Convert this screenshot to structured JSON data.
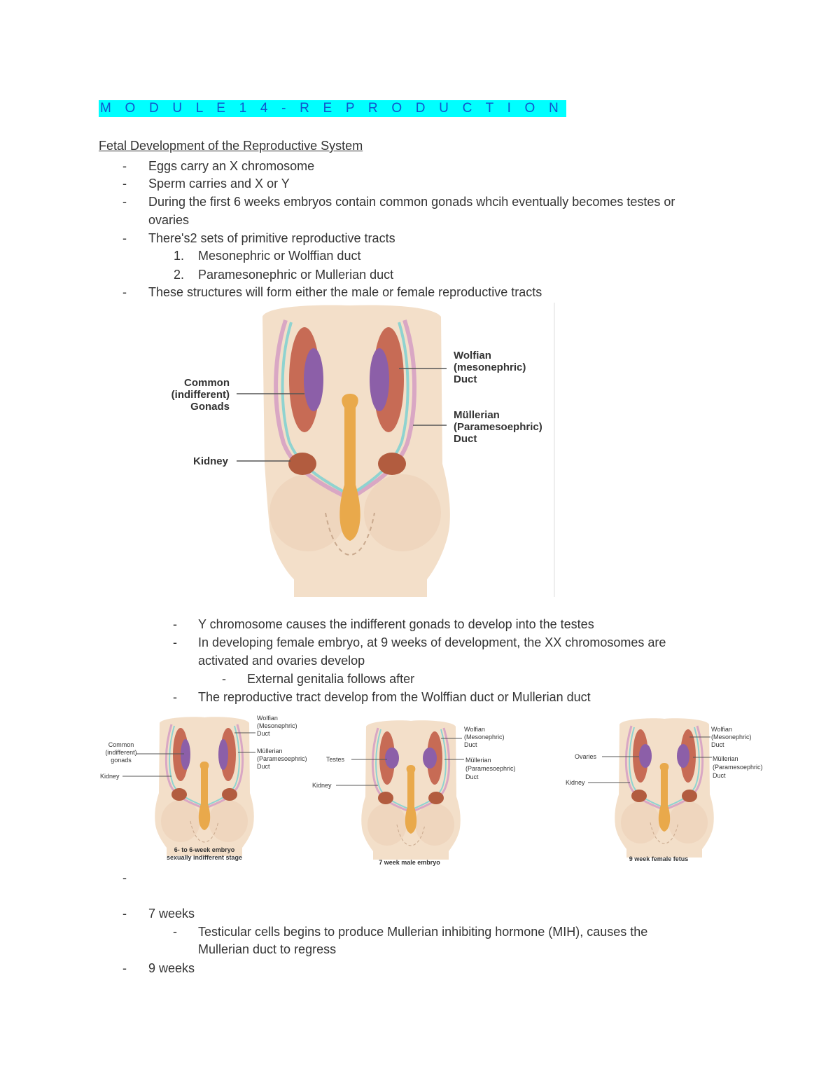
{
  "module_title": "M O D U L E 1 4 - R E P R O D U C T I O N",
  "section_heading": "Fetal Development of the Reproductive System",
  "bullets": {
    "b1": "Eggs carry an X chromosome",
    "b2": "Sperm carries and X or Y",
    "b3a": "During the first 6 weeks embryos contain common gonads whcih eventually becomes testes or",
    "b3b": "ovaries",
    "b4": "There's2 sets of primitive reproductive tracts",
    "n1": "Mesonephric or Wolffian duct",
    "n2": "Paramesonephric or Mullerian duct",
    "b5": "These structures will form either the male or female reproductive tracts",
    "c1": "Y chromosome causes the indifferent gonads to develop into the testes",
    "c2a": "In developing female embryo, at 9 weeks of development, the XX chromosomes are",
    "c2b": "activated and ovaries develop",
    "c3": "External genitalia follows after",
    "c4": "The reproductive tract develop from the Wolffian duct or Mullerian duct",
    "d2": "7 weeks",
    "d3a": "Testicular cells begins to produce Mullerian inhibiting hormone (MIH), causes the",
    "d3b": "Mullerian duct to regress",
    "d4": "9 weeks"
  },
  "dash": "-",
  "numbers": {
    "one": "1.",
    "two": "2."
  },
  "figure_main": {
    "label_common_1": "Common",
    "label_common_2": "(indifferent)",
    "label_common_3": "Gonads",
    "label_kidney": "Kidney",
    "label_wolffian_1": "Wolfian",
    "label_wolffian_2": "(mesonephric)",
    "label_wolffian_3": "Duct",
    "label_mullerian_1": "Müllerian",
    "label_mullerian_2": "(Paramesoephric)",
    "label_mullerian_3": "Duct"
  },
  "figure_small": {
    "panel1": {
      "common_1": "Common",
      "common_2": "(indifferent)",
      "common_3": "gonads",
      "kidney": "Kidney",
      "wolffian_1": "Wolfian",
      "wolffian_2": "(Mesonephric)",
      "wolffian_3": "Duct",
      "mullerian_1": "Müllerian",
      "mullerian_2": "(Paramesoephric)",
      "mullerian_3": "Duct",
      "caption_1": "6- to 6-week embryo",
      "caption_2": "sexually indifferent stage"
    },
    "panel2": {
      "testes": "Testes",
      "kidney": "Kidney",
      "wolffian_1": "Wolfian",
      "wolffian_2": "(Mesonephric)",
      "wolffian_3": "Duct",
      "mullerian_1": "Müllerian",
      "mullerian_2": "(Paramesoephric)",
      "mullerian_3": "Duct",
      "caption": "7 week male embryo"
    },
    "panel3": {
      "ovaries": "Ovaries",
      "kidney": "Kidney",
      "wolffian_1": "Wolfian",
      "wolffian_2": "(Mesonephric)",
      "wolffian_3": "Duct",
      "mullerian_1": "Müllerian",
      "mullerian_2": "(Paramesoephric)",
      "mullerian_3": "Duct",
      "caption": "9 week female fetus"
    }
  },
  "colors": {
    "title_highlight": "#00ffff",
    "title_text": "#1155cc",
    "skin": "#f3dfc9",
    "gonad": "#8c5fa8",
    "mesonephros": "#c76b55",
    "wolffian_duct": "#8fd3d0",
    "mullerian_duct": "#d9a7c4",
    "sinus": "#e9a94b"
  }
}
